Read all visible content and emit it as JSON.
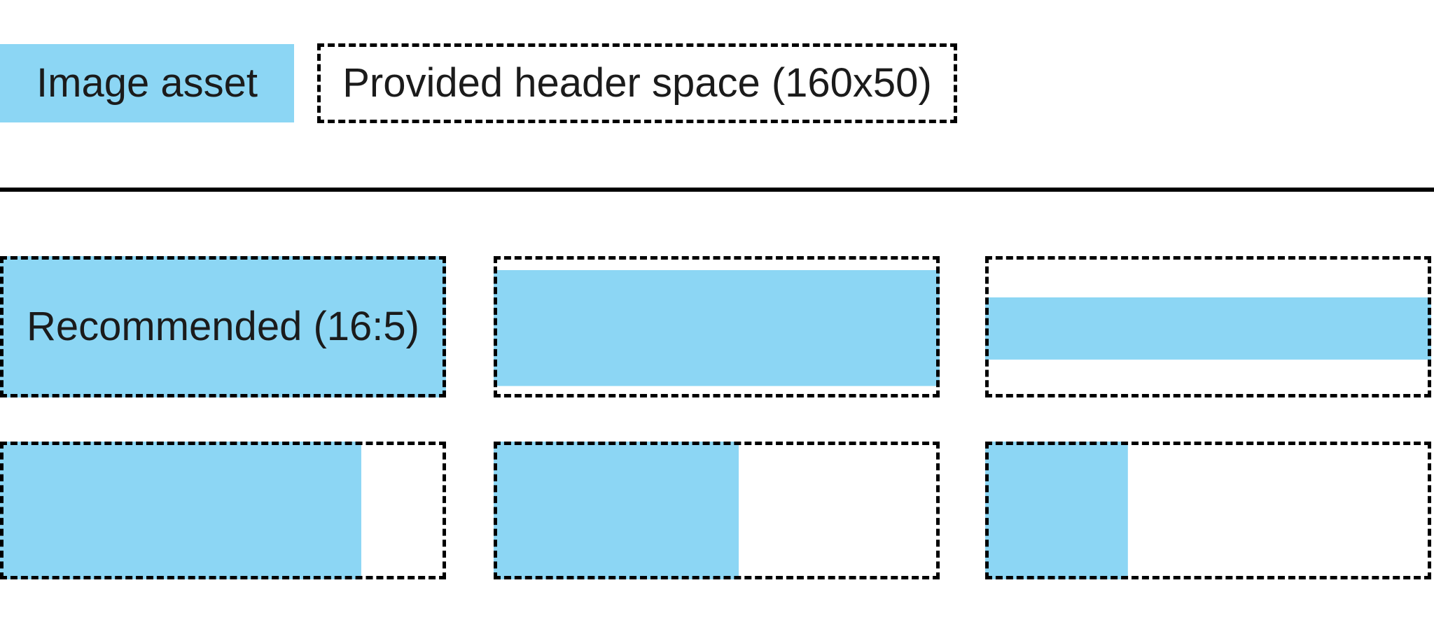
{
  "colors": {
    "asset_blue": "#8cd6f4",
    "line_black": "#000000",
    "text_dark": "#1b1b1b",
    "background": "#ffffff"
  },
  "legend": {
    "asset_label": "Image asset",
    "header_space_label": "Provided header space (160x50)"
  },
  "examples": {
    "boxes": [
      {
        "label": "Recommended (16:5)",
        "coverage": "full width, full height",
        "fill_style": "background-size:100% 100%;background-position:0 0"
      },
      {
        "label": "",
        "coverage": "full width, 82% height, vertically centered",
        "fill_style": "background-size:100% 82%;background-position:0 56%"
      },
      {
        "label": "",
        "coverage": "full width, 44% height, vertically centered",
        "fill_style": "background-size:100% 44%;background-position:0 52%"
      },
      {
        "label": "",
        "coverage": "81% width, full height, left aligned",
        "fill_style": "background-size:81% 100%;background-position:0 0"
      },
      {
        "label": "",
        "coverage": "55% width, full height, left aligned",
        "fill_style": "background-size:55% 100%;background-position:0 0"
      },
      {
        "label": "",
        "coverage": "32% width, full height, left aligned",
        "fill_style": "background-size:32% 100%;background-position:0 0"
      }
    ]
  }
}
